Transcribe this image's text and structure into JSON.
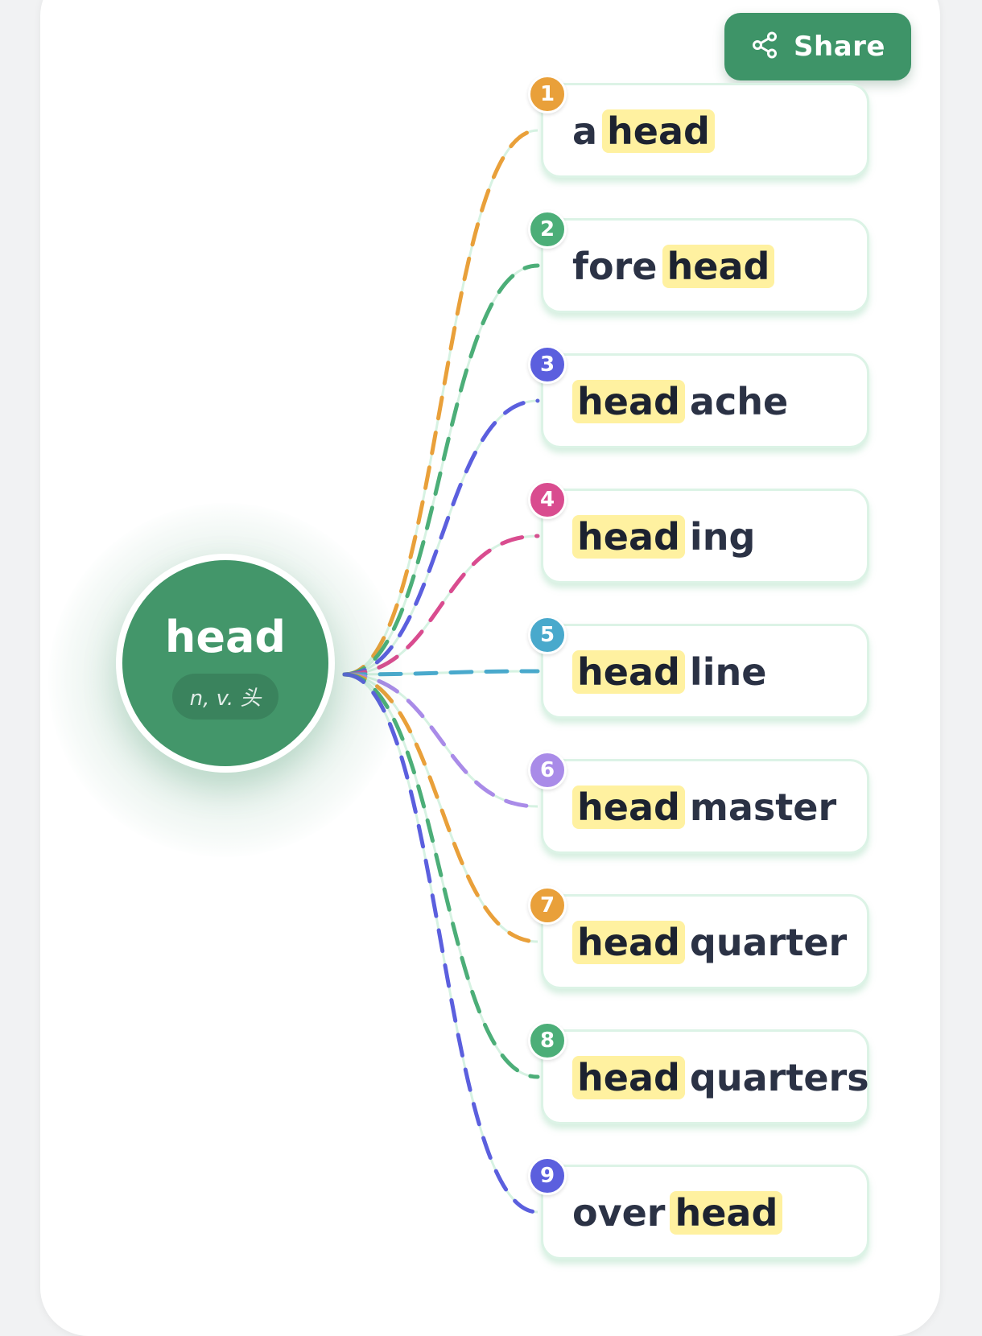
{
  "share": {
    "label": "Share",
    "icon": "share-icon"
  },
  "root": {
    "word": "head",
    "pos": "n, v. 头",
    "color": "#43966a"
  },
  "derivatives": [
    {
      "num": "1",
      "prefix": "a",
      "stem": "head",
      "suffix": "",
      "color": "#e9a03a"
    },
    {
      "num": "2",
      "prefix": "fore",
      "stem": "head",
      "suffix": "",
      "color": "#4cae78"
    },
    {
      "num": "3",
      "prefix": "",
      "stem": "head",
      "suffix": "ache",
      "color": "#5b5fde"
    },
    {
      "num": "4",
      "prefix": "",
      "stem": "head",
      "suffix": "ing",
      "color": "#d94c8f"
    },
    {
      "num": "5",
      "prefix": "",
      "stem": "head",
      "suffix": "line",
      "color": "#49a9cc"
    },
    {
      "num": "6",
      "prefix": "",
      "stem": "head",
      "suffix": "master",
      "color": "#a98be8"
    },
    {
      "num": "7",
      "prefix": "",
      "stem": "head",
      "suffix": "quarter",
      "color": "#e9a03a"
    },
    {
      "num": "8",
      "prefix": "",
      "stem": "head",
      "suffix": "quarters",
      "color": "#4cae78"
    },
    {
      "num": "9",
      "prefix": "over",
      "stem": "head",
      "suffix": "",
      "color": "#5b5fde"
    }
  ]
}
